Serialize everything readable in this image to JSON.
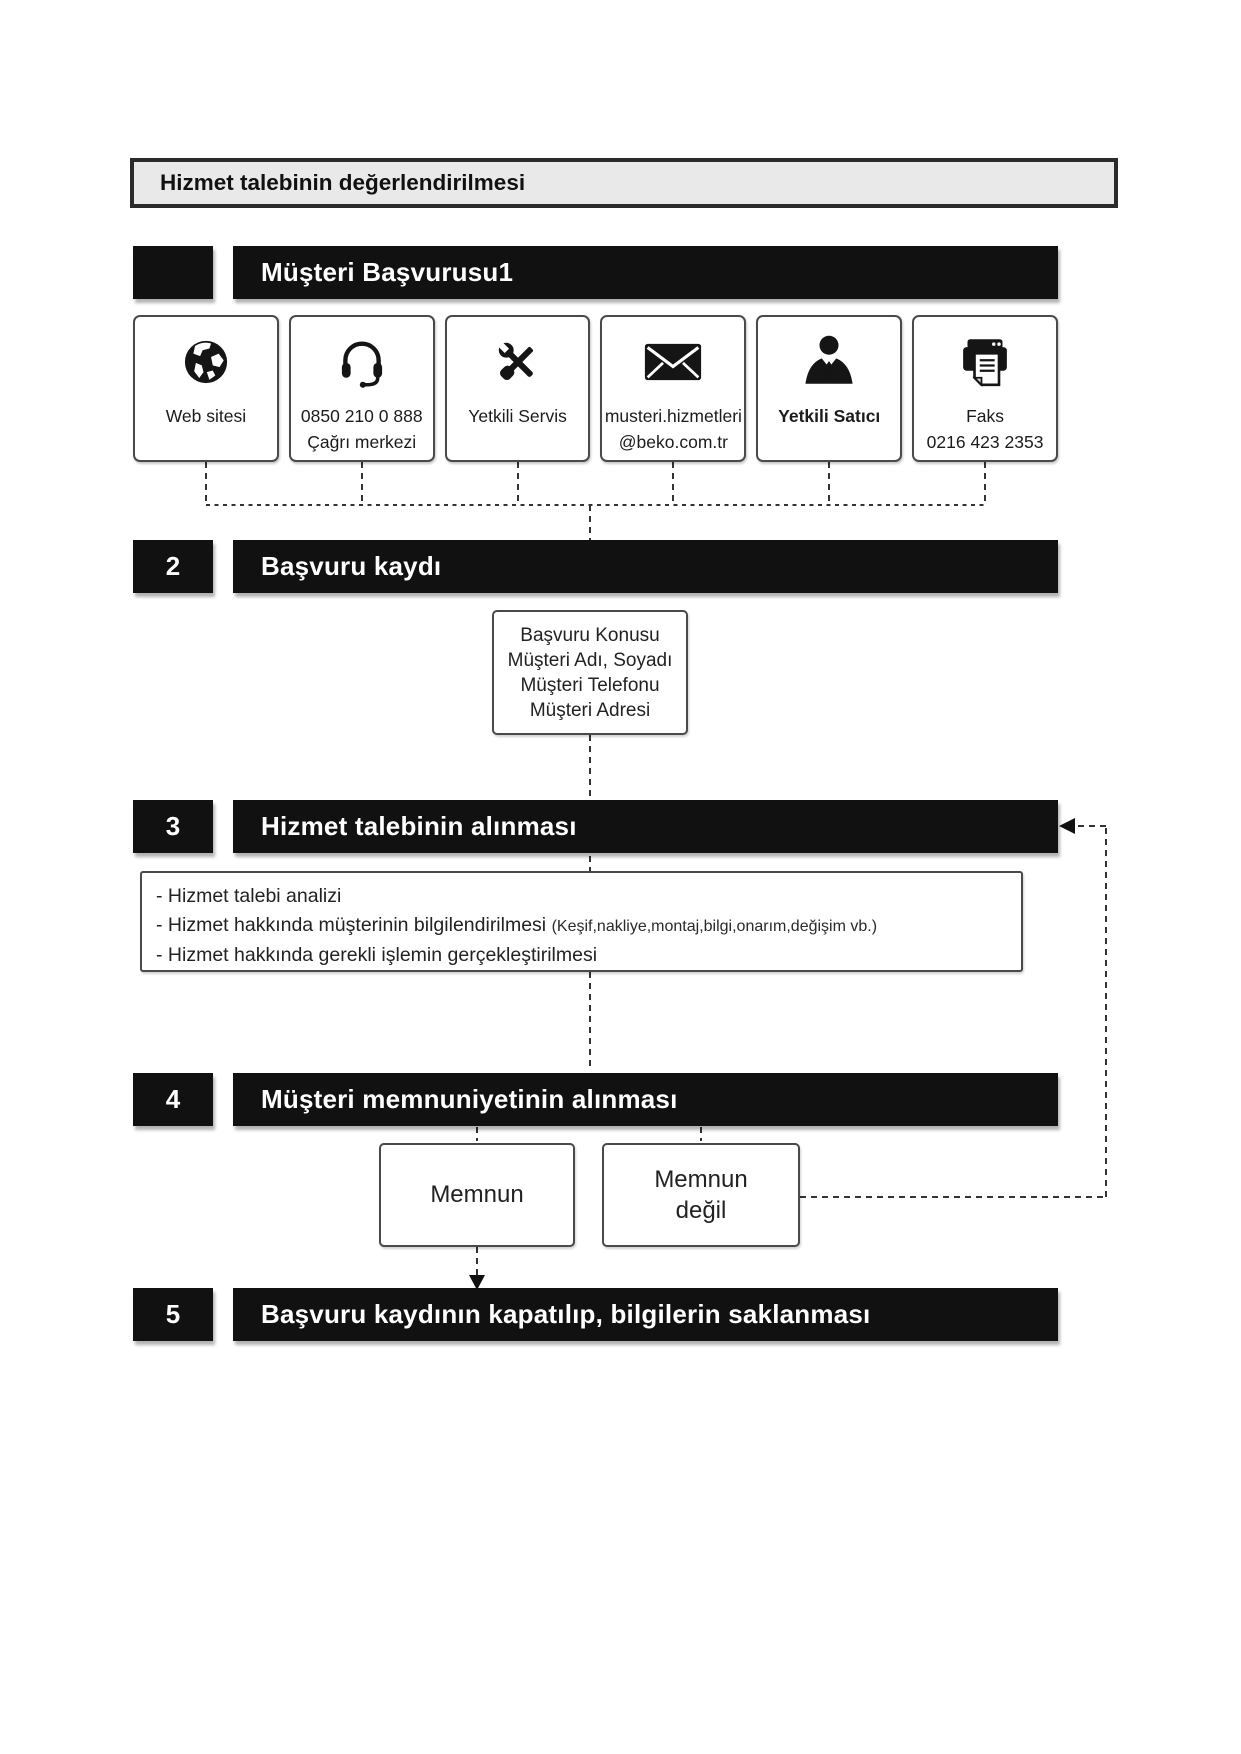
{
  "header": {
    "title": "Hizmet talebinin değerlendirilmesi"
  },
  "steps": [
    {
      "number": "",
      "label": "Müşteri Başvurusu1"
    },
    {
      "number": "2",
      "label": "Başvuru kaydı"
    },
    {
      "number": "3",
      "label": "Hizmet talebinin alınması"
    },
    {
      "number": "4",
      "label": "Müşteri memnuniyetinin alınması"
    },
    {
      "number": "5",
      "label": "Başvuru kaydının kapatılıp, bilgilerin saklanması"
    }
  ],
  "channels": [
    {
      "icon": "globe-icon",
      "lines": [
        "Web sitesi",
        ""
      ]
    },
    {
      "icon": "headset-icon",
      "lines": [
        "0850 210 0 888",
        "Çağrı merkezi"
      ]
    },
    {
      "icon": "tools-icon",
      "lines": [
        "Yetkili Servis",
        ""
      ]
    },
    {
      "icon": "envelope-icon",
      "lines": [
        "musteri.hizmetleri",
        "@beko.com.tr"
      ]
    },
    {
      "icon": "dealer-icon",
      "lines": [
        "Yetkili Satıcı",
        ""
      ]
    },
    {
      "icon": "fax-icon",
      "lines": [
        "Faks",
        "0216 423 2353"
      ]
    }
  ],
  "record_box": {
    "lines": [
      "Başvuru Konusu",
      "Müşteri Adı, Soyadı",
      "Müşteri Telefonu",
      "Müşteri Adresi"
    ]
  },
  "analysis_box": {
    "items": [
      {
        "text": "- Hizmet talebi analizi",
        "note": ""
      },
      {
        "text": "- Hizmet hakkında müşterinin bilgilendirilmesi",
        "note": "(Keşif,nakliye,montaj,bilgi,onarım,değişim vb.)"
      },
      {
        "text": "- Hizmet hakkında gerekli işlemin gerçekleştirilmesi",
        "note": ""
      }
    ]
  },
  "satisfaction": {
    "satisfied": "Memnun",
    "not_satisfied": "Memnun değil"
  },
  "colors": {
    "bar_bg": "#111111",
    "bar_text": "#ffffff",
    "box_border": "#4a4a4a",
    "header_bg": "#e9e9e9",
    "connector": "#333333"
  }
}
